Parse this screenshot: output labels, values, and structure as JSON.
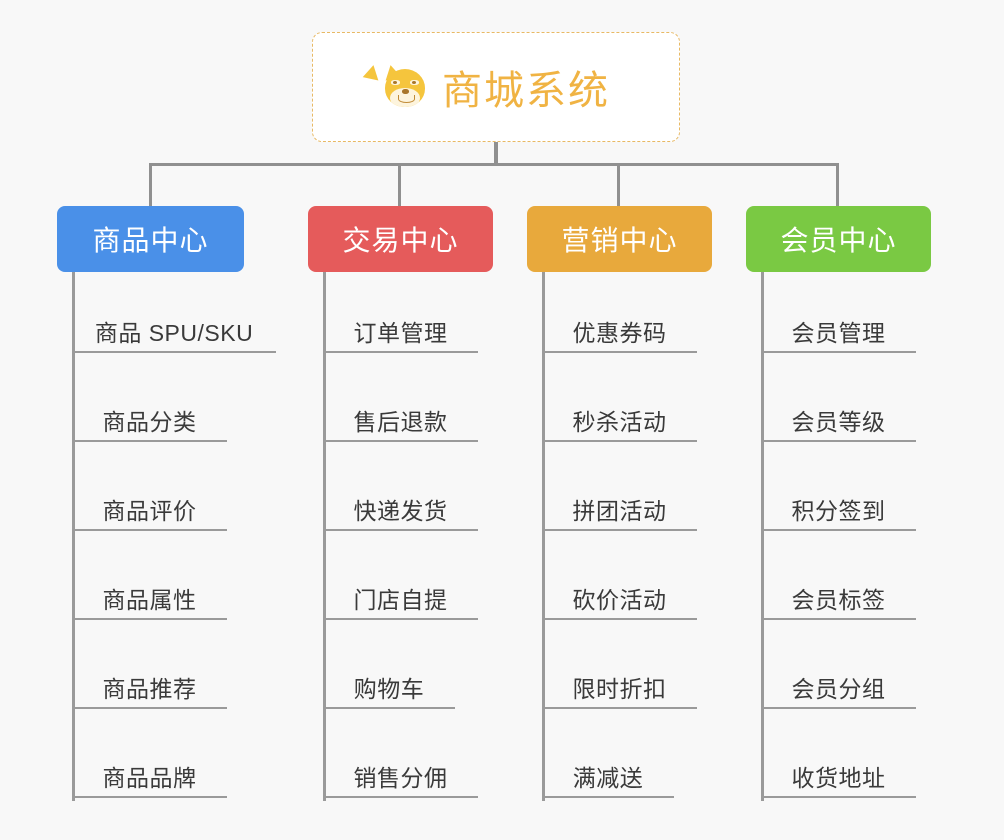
{
  "diagram": {
    "title": "商城系统",
    "root_icon": "shiba-dog-face-icon",
    "background_color": "#f8f8f8",
    "connector_color": "#909090",
    "root": {
      "label": "商城系统",
      "text_color": "#f0b343",
      "border_color": "#e8b964",
      "background_color": "#ffffff"
    },
    "branches": [
      {
        "label": "商品中心",
        "color": "#4a90e8",
        "items": [
          "商品 SPU/SKU",
          "商品分类",
          "商品评价",
          "商品属性",
          "商品推荐",
          "商品品牌"
        ]
      },
      {
        "label": "交易中心",
        "color": "#e55b5b",
        "items": [
          "订单管理",
          "售后退款",
          "快递发货",
          "门店自提",
          "购物车",
          "销售分佣"
        ]
      },
      {
        "label": "营销中心",
        "color": "#e8a93c",
        "items": [
          "优惠券码",
          "秒杀活动",
          "拼团活动",
          "砍价活动",
          "限时折扣",
          "满减送"
        ]
      },
      {
        "label": "会员中心",
        "color": "#7ac943",
        "items": [
          "会员管理",
          "会员等级",
          "积分签到",
          "会员标签",
          "会员分组",
          "收货地址"
        ]
      }
    ]
  }
}
